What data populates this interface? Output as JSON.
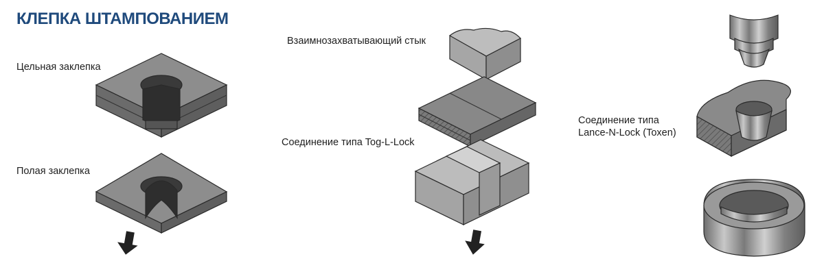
{
  "title": "КЛЕПКА ШТАМПОВАНИЕМ",
  "labels": {
    "solid_rivet": "Цельная заклепка",
    "hollow_rivet": "Полая заклепка",
    "interlocking_joint": "Взаимнозахватывающий стык",
    "tog_l_lock": "Соединение типа Tog-L-Lock",
    "lance_n_lock_line1": "Соединение типа",
    "lance_n_lock_line2": "Lance-N-Lock (Toxen)"
  },
  "colors": {
    "title": "#1f4a7c",
    "material_top": "#8d8d8d",
    "material_side": "#6b6b6b",
    "outline": "#2a2a2a"
  },
  "icons": [
    "down-arrow-icon",
    "down-arrow-icon"
  ]
}
